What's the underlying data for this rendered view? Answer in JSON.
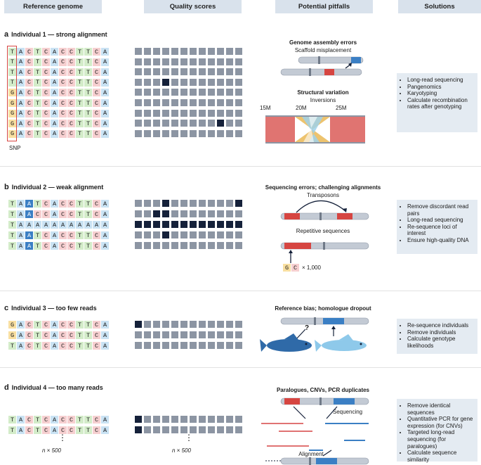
{
  "headers": [
    "Reference genome",
    "Quality scores",
    "Potential pitfalls",
    "Solutions"
  ],
  "panels": [
    {
      "letter": "a",
      "title": "Individual 1 — strong alignment"
    },
    {
      "letter": "b",
      "title": "Individual 2 — weak alignment"
    },
    {
      "letter": "c",
      "title": "Individual 3 — too few reads"
    },
    {
      "letter": "d",
      "title": "Individual 4 — too many reads"
    }
  ],
  "snp_label": "SNP",
  "n_label": "n × 500",
  "dots": "⋮",
  "pitfalls": {
    "a_title1": "Genome assembly errors",
    "a_sub1": "Scaffold misplacement",
    "a_title2": "Structural variation",
    "a_sub2": "Inversions",
    "a_ticks": [
      "15M",
      "20M",
      "25M"
    ],
    "b_title": "Sequencing errors; challenging alignments",
    "b_sub1": "Transposons",
    "b_sub2": "Repetitive sequences",
    "b_repeat_bases": [
      "G",
      "C"
    ],
    "b_repeat_count": "× 1,000",
    "c_title": "Reference bias; homologue dropout",
    "c_qmark": "?",
    "d_title": "Paralogues, CNVs, PCR duplicates",
    "d_sub1": "Sequencing",
    "d_sub2": "Alignment"
  },
  "solutions": {
    "a": [
      "Long-read sequencing",
      "Pangenomics",
      "Karyotyping",
      "Calculate recombination rates after genotyping"
    ],
    "b": [
      "Remove discordant read pairs",
      "Long-read sequencing",
      "Re-sequence loci of interest",
      "Ensure high-quality DNA"
    ],
    "c": [
      "Re-sequence individuals",
      "Remove individuals",
      "Calculate genotype likelihoods"
    ],
    "d": [
      "Remove identical sequences",
      "Quantitative PCR for gene expression (for CNVs)",
      "Targeted long-read sequencing (for paralogues)",
      "Calculate sequence similarity"
    ]
  },
  "colors": {
    "A": "#c9e2f3",
    "C": "#f6cfd0",
    "T": "#d3ecc9",
    "G": "#f8dfa1",
    "dark": "#15213a",
    "grey": "#8c95a3",
    "red": "#d64541",
    "blue": "#3b7fc4"
  },
  "sequences": {
    "a": [
      "TACTCACCTTCA",
      "TACTCACCTTCA",
      "TACTCACCTTCA",
      "TACTCACCTTCA",
      "GACTCACCTTCA",
      "GACTCACCTTCA",
      "GACTCACCTTCA",
      "GACTCACCTTCA",
      "GACTCACCTTCA"
    ],
    "b": [
      "TAATCACCTTCA",
      "TAACCACCTTCA",
      "TAAAAAAAAAAA",
      "TAATCACCTTCA",
      "TAATCACCTTCA"
    ],
    "c": [
      "GACTCACCTTCA",
      "GACTCACCTTCA",
      "TACTCACCTTCA"
    ],
    "d": [
      "TACTCACCTTCA",
      "TACTCACCTTCA"
    ]
  },
  "quality": {
    "a": [
      "000000000000",
      "000000000000",
      "000000000000",
      "000100000000",
      "000000000000",
      "000000000000",
      "000000000000",
      "000000000100",
      "000000000000"
    ],
    "b": [
      "000100000001",
      "001100000000",
      "111111111111",
      "000100000000",
      "000000000000"
    ],
    "c": [
      "100000000000",
      "000000000000",
      "000000000000"
    ],
    "d": [
      "100000000000",
      "100000000000"
    ]
  }
}
